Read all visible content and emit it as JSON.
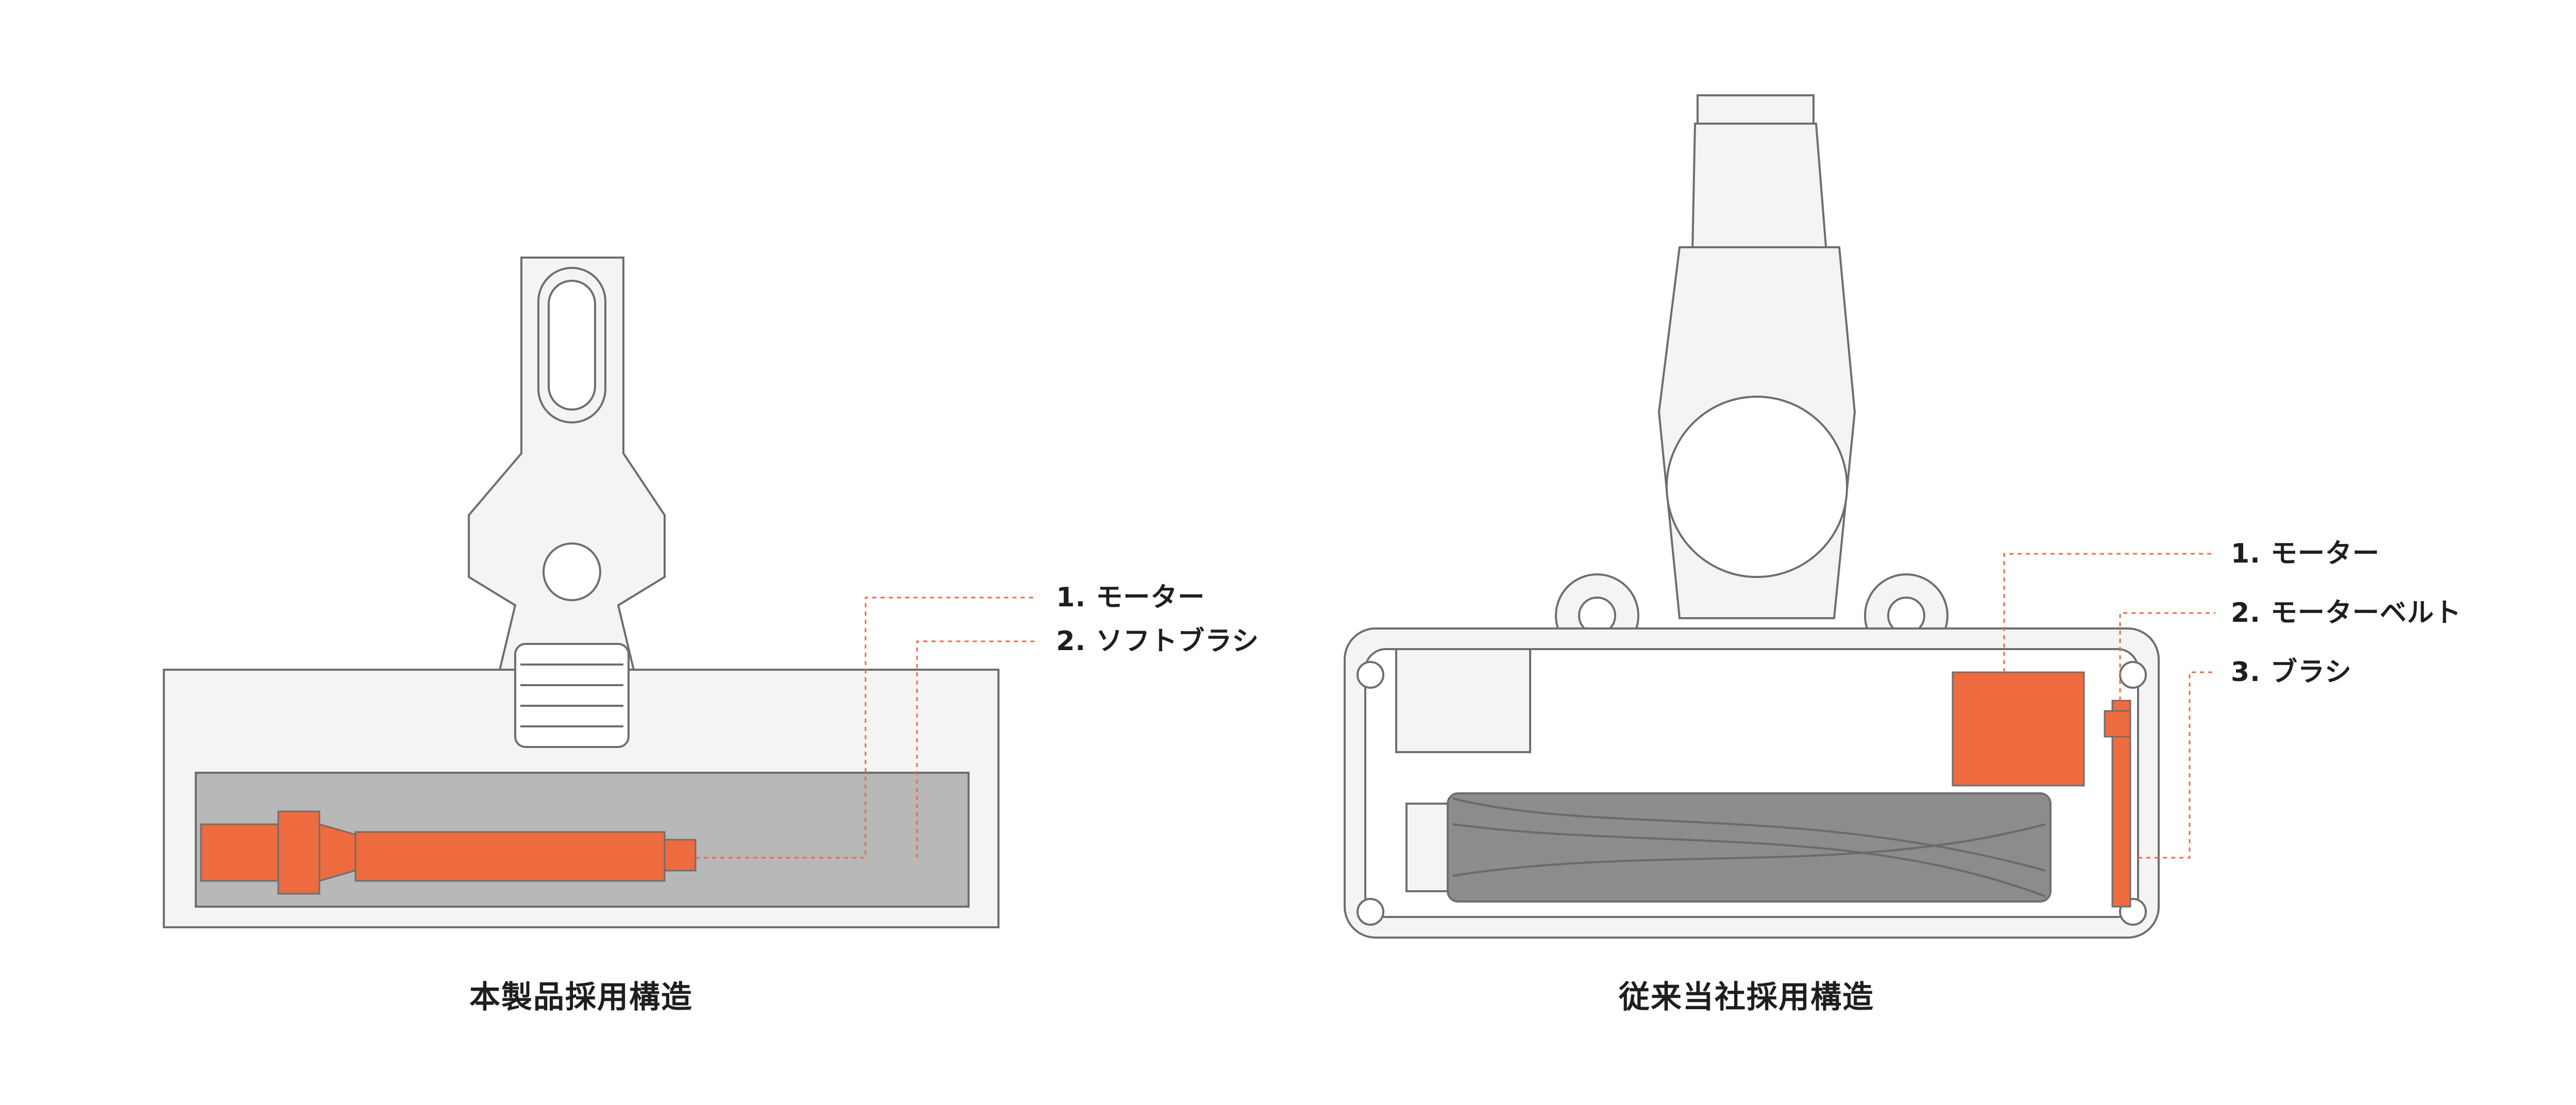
{
  "colors": {
    "accent": "#ED6B3E",
    "line": "#6e6e6e",
    "housing_fill": "#f4f4f4",
    "cavity_fill": "#b8b8b8",
    "roller_fill": "#8c8c8c",
    "leader": "#ED6B3E"
  },
  "left_figure": {
    "caption": "本製品採用構造",
    "labels": [
      "1. モーター",
      "2. ソフトブラシ"
    ]
  },
  "right_figure": {
    "caption": "従来当社採用構造",
    "labels": [
      "1. モーター",
      "2. モーターベルト",
      "3. ブラシ"
    ]
  }
}
